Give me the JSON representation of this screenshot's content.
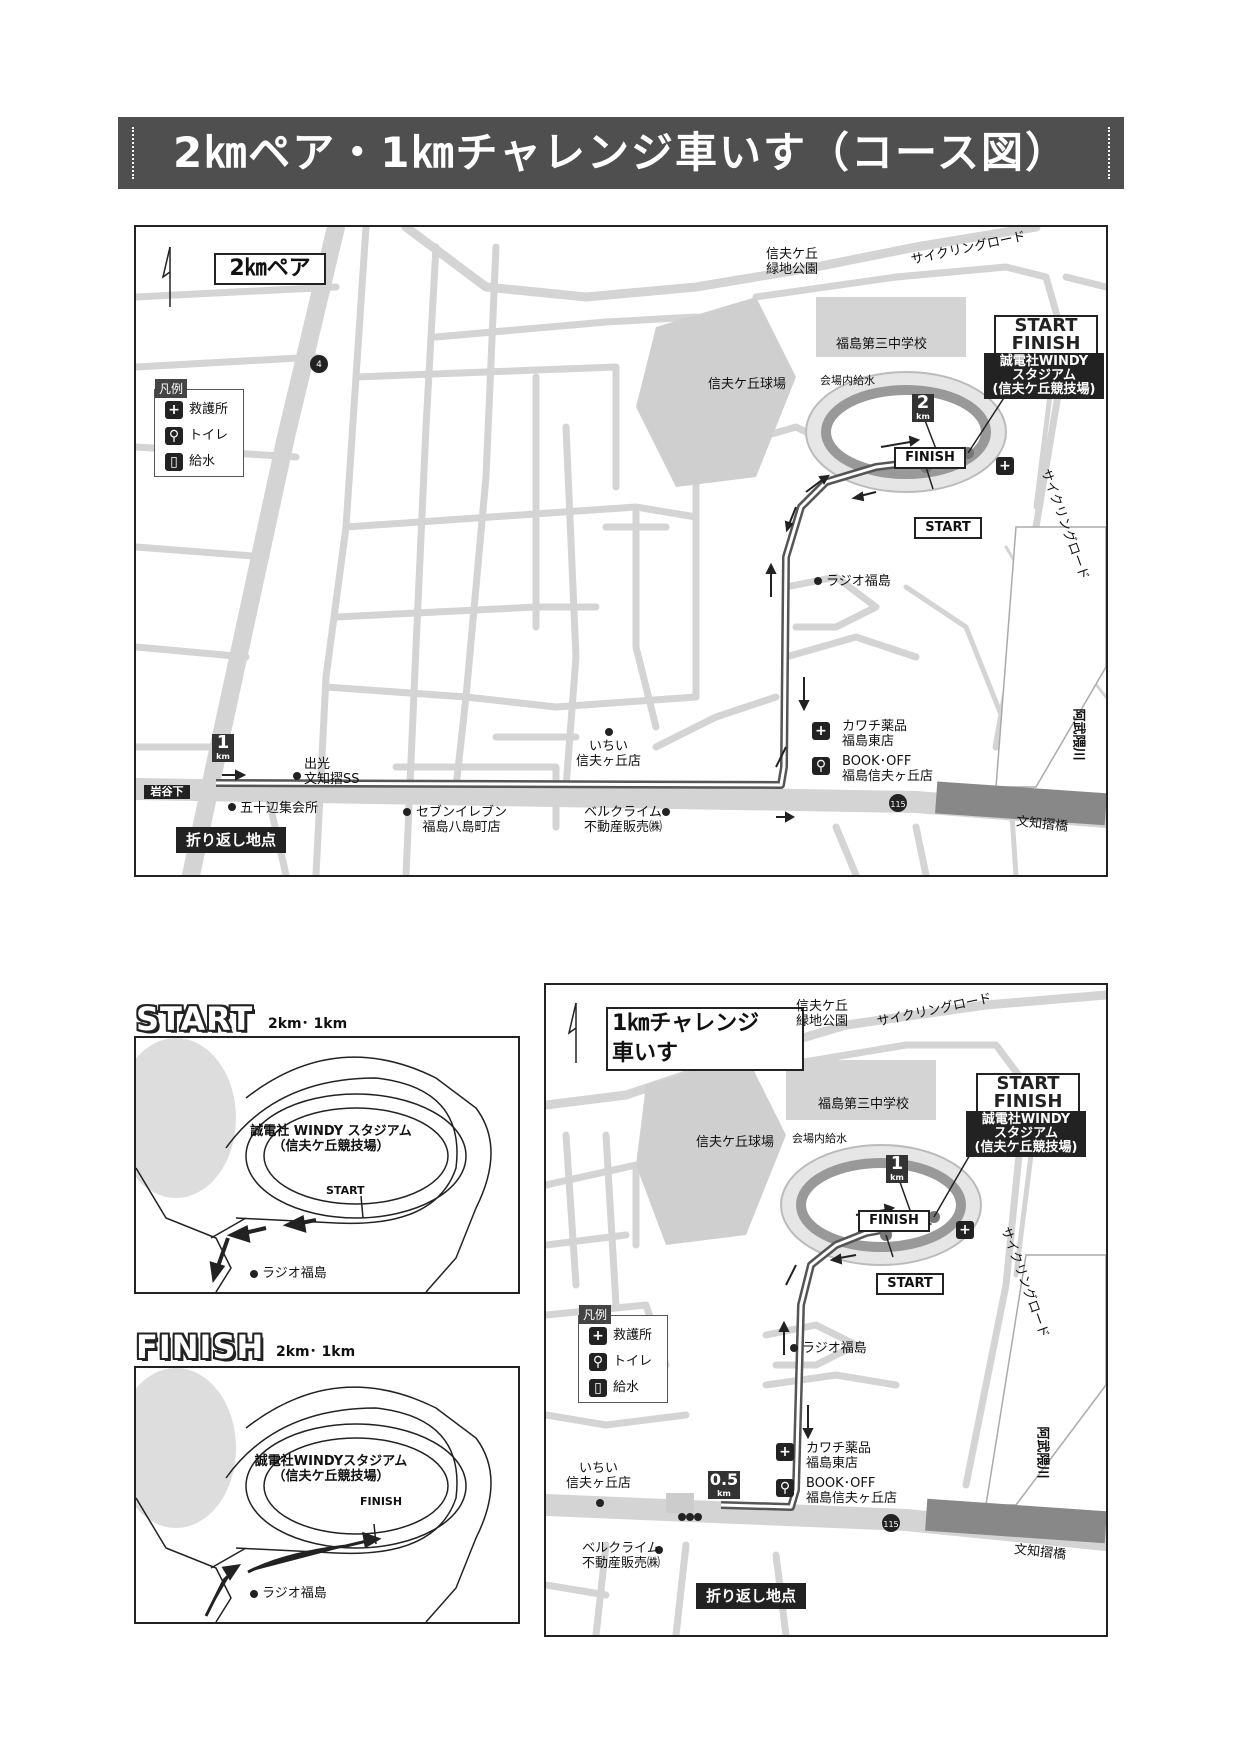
{
  "header": {
    "title": "2㎞ペア・1㎞チャレンジ車いす（コース図）"
  },
  "map2k": {
    "title": "2㎞ペア",
    "start_finish": "START\nFINISH",
    "stadium_label": "誠電社WINDY\nスタジアム\n(信夫ケ丘競技場)",
    "park": "信夫ケ丘\n緑地公園",
    "cycling_road_top": "サイクリングロード",
    "cycling_road_right": "サイクリングロード",
    "school": "福島第三中学校",
    "ballpark": "信夫ケ丘球場",
    "water_station": "会場内給水",
    "finish": "FINISH",
    "start": "START",
    "radio": "ラジオ福島",
    "kawachi": "カワチ薬品\n福島東店",
    "bookoff": "BOOK･OFF\n福島信夫ヶ丘店",
    "river": "阿武隈川",
    "bridge": "文知摺橋",
    "route_115": "115",
    "route_4": "4",
    "idemitsu": "出光\n文知摺SS",
    "iwayashita": "岩谷下",
    "isogabe": "五十辺集会所",
    "seven": "セブンイレブン\n福島八島町店",
    "ichii": "いちい\n信夫ヶ丘店",
    "bellclime": "ベルクライム\n不動産販売㈱",
    "turnaround": "折り返し地点",
    "km_marker_1": "1",
    "km_marker_2": "2",
    "km_unit": "km"
  },
  "legend": {
    "header": "凡例",
    "items": [
      {
        "icon": "first-aid-icon",
        "label": "救護所"
      },
      {
        "icon": "toilet-icon",
        "label": "トイレ"
      },
      {
        "icon": "water-icon",
        "label": "給水"
      }
    ]
  },
  "start_inset": {
    "title": "START",
    "subtitle": "2km･ 1km",
    "stadium": "誠電社 WINDY スタジアム\n（信夫ケ丘競技場）",
    "start": "START",
    "radio": "ラジオ福島"
  },
  "finish_inset": {
    "title": "FINISH",
    "subtitle": "2km･ 1km",
    "stadium": "誠電社WINDYスタジアム\n（信夫ケ丘競技場）",
    "finish": "FINISH",
    "radio": "ラジオ福島"
  },
  "map1k": {
    "title": "1㎞チャレンジ\n車いす",
    "park": "信夫ケ丘\n緑地公園",
    "cycling_road_top": "サイクリングロード",
    "cycling_road_right": "サイクリングロード",
    "school": "福島第三中学校",
    "ballpark": "信夫ケ丘球場",
    "water_station": "会場内給水",
    "start_finish": "START\nFINISH",
    "stadium_label": "誠電社WINDY\nスタジアム\n(信夫ケ丘競技場)",
    "finish": "FINISH",
    "start": "START",
    "radio": "ラジオ福島",
    "kawachi": "カワチ薬品\n福島東店",
    "bookoff": "BOOK･OFF\n福島信夫ヶ丘店",
    "ichii": "いちい\n信夫ヶ丘店",
    "bellclime": "ベルクライム\n不動産販売㈱",
    "river": "阿武隈川",
    "bridge": "文知摺橋",
    "route_115": "115",
    "turnaround": "折り返し地点",
    "km_marker_1": "1",
    "km_marker_05": "0.5",
    "km_unit": "km"
  }
}
